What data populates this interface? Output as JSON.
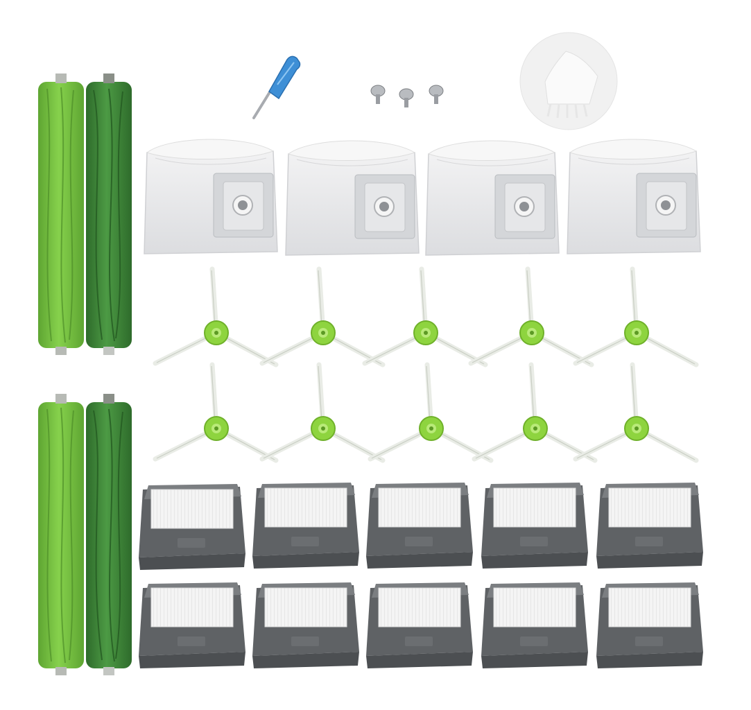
{
  "palette": {
    "background": "#ffffff",
    "roller_light": "#78c443",
    "roller_light_edge": "#5ea532",
    "roller_dark": "#3f8a3a",
    "roller_dark_edge": "#2e6b2b",
    "hub": "#8ed43f",
    "bristle": "#f2f4f0",
    "bag_face": "#e3e4e6",
    "bag_top": "#f6f6f6",
    "bag_plate": "#cfd1d4",
    "filter_frame": "#6f7275",
    "filter_frame_dark": "#55585b",
    "filter_media": "#f4f4f4",
    "screwdriver_handle": "#3e8fd6",
    "metal": "#a8abb0"
  },
  "scene": {
    "kind": "product-photo",
    "subject": "robot-vacuum-replacement-parts-kit",
    "parts": [
      {
        "name": "main-roller-light",
        "count": 2
      },
      {
        "name": "main-roller-dark",
        "count": 2
      },
      {
        "name": "screwdriver",
        "count": 1
      },
      {
        "name": "screw",
        "count": 3
      },
      {
        "name": "cleaning-brush-tool",
        "count": 1
      },
      {
        "name": "dust-bag",
        "count": 4
      },
      {
        "name": "side-brush",
        "count": 10
      },
      {
        "name": "hepa-filter",
        "count": 10
      }
    ]
  }
}
